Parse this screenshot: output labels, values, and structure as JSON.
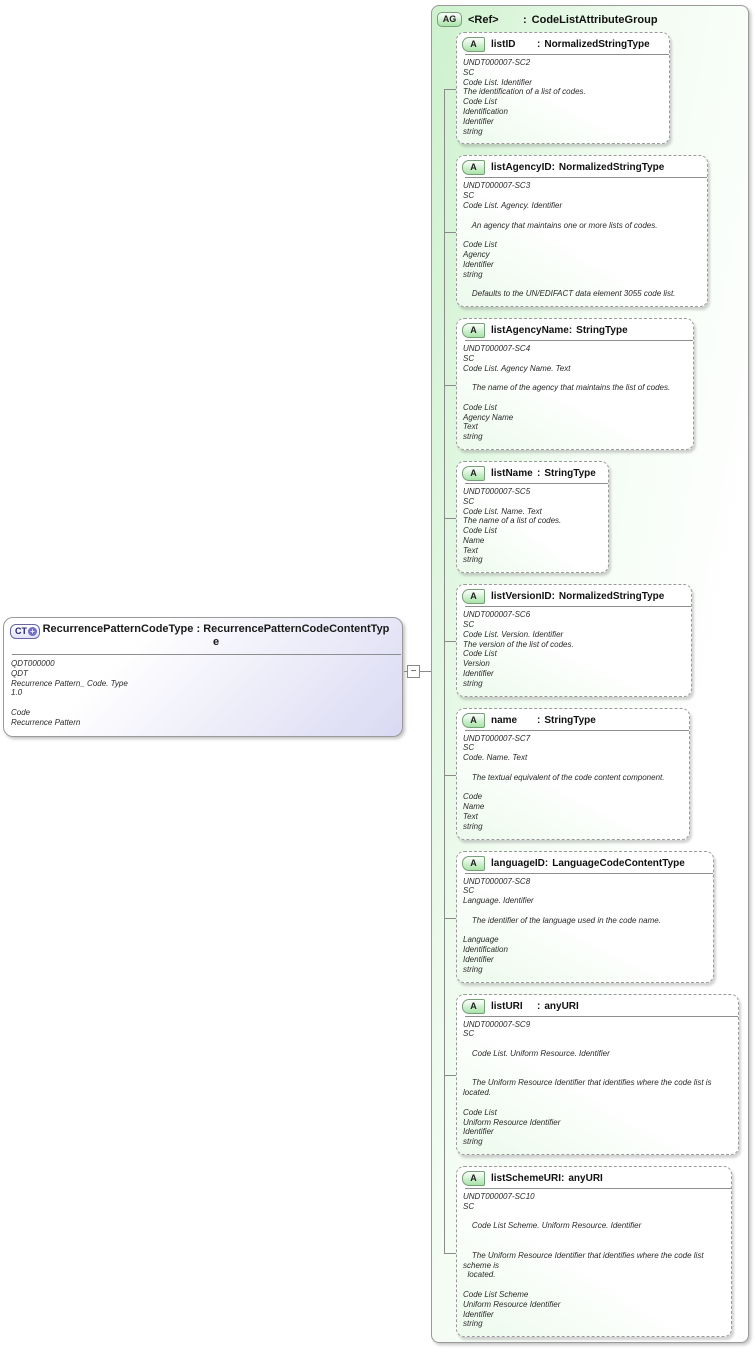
{
  "colors": {
    "group_fill": "#cdf1cd",
    "attr_badge_fill": "#a8e2a8",
    "ct_fill": "#d9d9f3",
    "border_gray": "#9a9a9a",
    "ct_badge_border": "#6565a8",
    "plus_circle": "#7070cc"
  },
  "complex_type_box": {
    "badge": "CT",
    "expand_symbol": "+",
    "name": "RecurrencePatternCodeType",
    "separator": ":",
    "type": "RecurrencePatternCodeContentType",
    "body": "QDT000000\nQDT\nRecurrence Pattern_ Code. Type\n1.0\n\nCode\nRecurrence Pattern"
  },
  "connector": {
    "collapse_symbol": "−"
  },
  "attribute_group_box": {
    "badge": "AG",
    "name": "<Ref>",
    "separator": ":",
    "type": "CodeListAttributeGroup",
    "attributes": [
      {
        "badge": "A",
        "name": "listID",
        "separator": ":",
        "type": "NormalizedStringType",
        "body": "UNDT000007-SC2\nSC\nCode List. Identifier\nThe identification of a list of codes.\nCode List\nIdentification\nIdentifier\nstring"
      },
      {
        "badge": "A",
        "name": "listAgencyID",
        "separator": ":",
        "type": "NormalizedStringType",
        "body": "UNDT000007-SC3\nSC\nCode List. Agency. Identifier\n\n    An agency that maintains one or more lists of codes.\n\nCode List\nAgency\nIdentifier\nstring\n\n    Defaults to the UN/EDIFACT data element 3055 code list."
      },
      {
        "badge": "A",
        "name": "listAgencyName",
        "separator": ":",
        "type": "StringType",
        "body": "UNDT000007-SC4\nSC\nCode List. Agency Name. Text\n\n    The name of the agency that maintains the list of codes.\n\nCode List\nAgency Name\nText\nstring"
      },
      {
        "badge": "A",
        "name": "listName",
        "separator": ":",
        "type": "StringType",
        "body": "UNDT000007-SC5\nSC\nCode List. Name. Text\nThe name of a list of codes.\nCode List\nName\nText\nstring"
      },
      {
        "badge": "A",
        "name": "listVersionID",
        "separator": ":",
        "type": "NormalizedStringType",
        "body": "UNDT000007-SC6\nSC\nCode List. Version. Identifier\nThe version of the list of codes.\nCode List\nVersion\nIdentifier\nstring"
      },
      {
        "badge": "A",
        "name": "name",
        "separator": ":",
        "type": "StringType",
        "body": "UNDT000007-SC7\nSC\nCode. Name. Text\n\n    The textual equivalent of the code content component.\n\nCode\nName\nText\nstring"
      },
      {
        "badge": "A",
        "name": "languageID",
        "separator": ":",
        "type": "LanguageCodeContentType",
        "body": "UNDT000007-SC8\nSC\nLanguage. Identifier\n\n    The identifier of the language used in the code name.\n\nLanguage\nIdentification\nIdentifier\nstring"
      },
      {
        "badge": "A",
        "name": "listURI",
        "separator": ":",
        "type": "anyURI",
        "body": "UNDT000007-SC9\nSC\n\n    Code List. Uniform Resource. Identifier\n\n\n    The Uniform Resource Identifier that identifies where the code list is\nlocated.\n\nCode List\nUniform Resource Identifier\nIdentifier\nstring"
      },
      {
        "badge": "A",
        "name": "listSchemeURI",
        "separator": ":",
        "type": "anyURI",
        "body": "UNDT000007-SC10\nSC\n\n    Code List Scheme. Uniform Resource. Identifier\n\n\n    The Uniform Resource Identifier that identifies where the code list\nscheme is\n  located.\n\nCode List Scheme\nUniform Resource Identifier\nIdentifier\nstring"
      }
    ]
  }
}
